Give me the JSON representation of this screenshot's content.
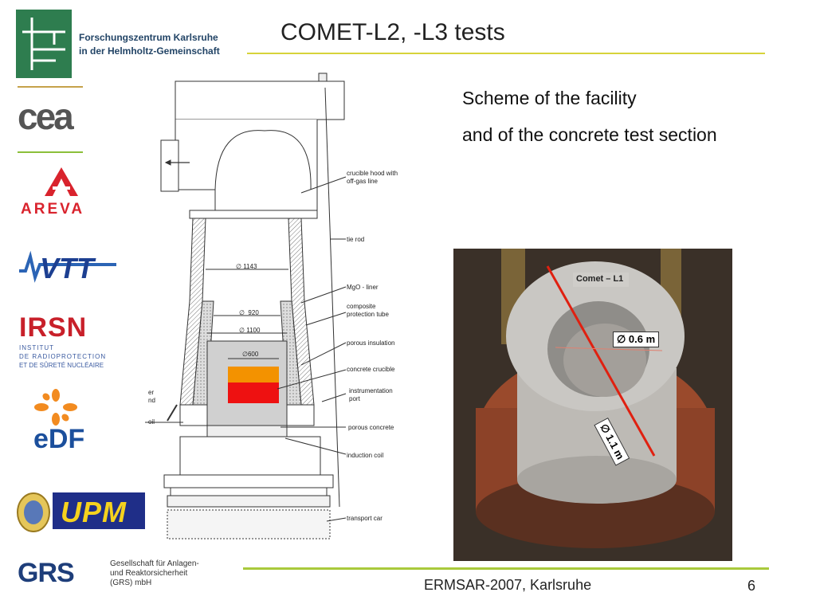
{
  "slide": {
    "title": "COMET-L2, -L3 tests",
    "subtitle_line1": "Scheme of the facility",
    "subtitle_line2": "and of the concrete test section",
    "footer_text": "ERMSAR-2007, Karlsruhe",
    "page_number": "6"
  },
  "header_logo": {
    "line1": "Forschungszentrum Karlsruhe",
    "line2": "in der Helmholtz-Gemeinschaft"
  },
  "partner_logos": {
    "cea": "cea",
    "areva": "AREVA",
    "vtt": "VTT",
    "irsn": "IRSN",
    "irsn_sub1": "INSTITUT",
    "irsn_sub2": "DE RADIOPROTECTION",
    "irsn_sub3": "ET DE SÛRETÉ NUCLÉAIRE",
    "edf": "eDF",
    "upm": "UPM",
    "grs": "GRS",
    "grs_text1": "Gesellschaft für Anlagen-",
    "grs_text2": "und Reaktorsicherheit",
    "grs_text3": "(GRS) mbH"
  },
  "diagram": {
    "labels": {
      "hood": "crucible hood with\noff-gas line",
      "tie_rod": "tie rod",
      "mgo": "MgO - liner",
      "composite": "composite\nprotection tube",
      "porous_ins": "porous insulation",
      "crucible": "concrete crucible",
      "instr": "instrumentation\nport",
      "porous_conc": "porous concrete",
      "coil": "induction coil",
      "car": "transport car"
    },
    "dims": {
      "d1143": "∅ 1143",
      "d920": "∅  920",
      "d1100": "∅ 1100",
      "d600": "∅600"
    },
    "cut_left_1": "er",
    "cut_left_2": "nd",
    "cut_left_3": "oil"
  },
  "photo": {
    "tag": "Comet – L1",
    "inner": "∅ 0.6 m",
    "outer": "∅ 1.1 m"
  }
}
